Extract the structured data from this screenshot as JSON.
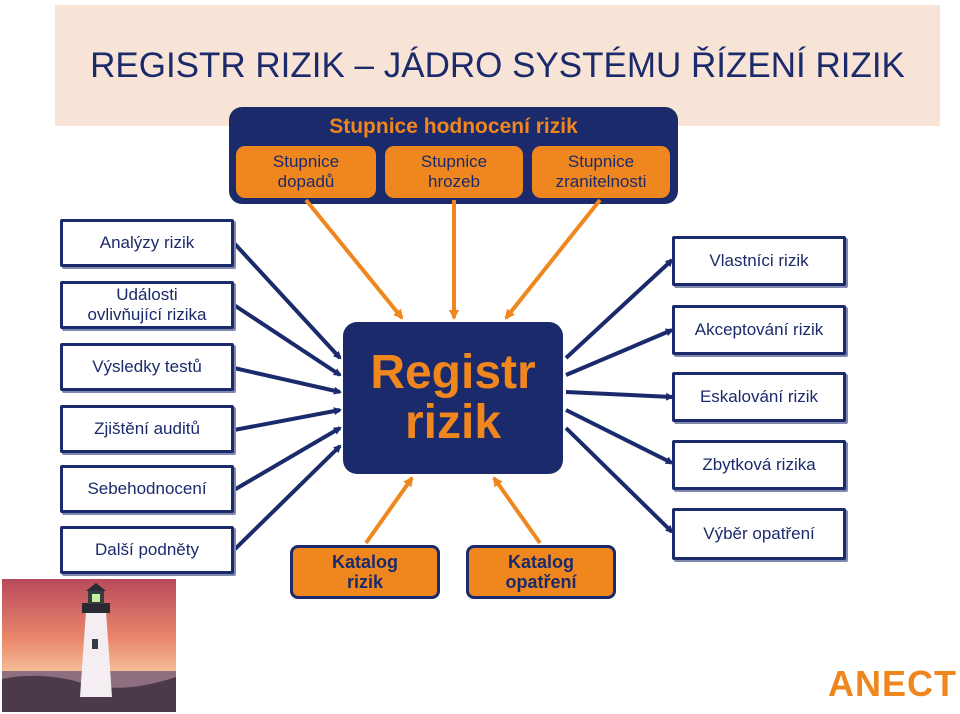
{
  "title": "REGISTR RIZIK – JÁDRO SYSTÉMU ŘÍZENÍ RIZIK",
  "scale": {
    "title": "Stupnice hodnocení rizik",
    "items": [
      "Stupnice\ndopadů",
      "Stupnice\nhrozeb",
      "Stupnice\nzranitelnosti"
    ]
  },
  "inputs": [
    "Analýzy rizik",
    "Události\novlivňující rizika",
    "Výsledky testů",
    "Zjištění auditů",
    "Sebehodnocení",
    "Další podněty"
  ],
  "center": "Registr\nrizik",
  "outputs": [
    "Vlastníci rizik",
    "Akceptování rizik",
    "Eskalování rizik",
    "Zbytková rizika",
    "Výběr opatření"
  ],
  "catalogs": [
    "Katalog\nrizik",
    "Katalog\nopatření"
  ],
  "logo": "ANECT",
  "colors": {
    "navy": "#1b2a6b",
    "orange": "#f0871e",
    "banner": "#f7e4d6"
  }
}
